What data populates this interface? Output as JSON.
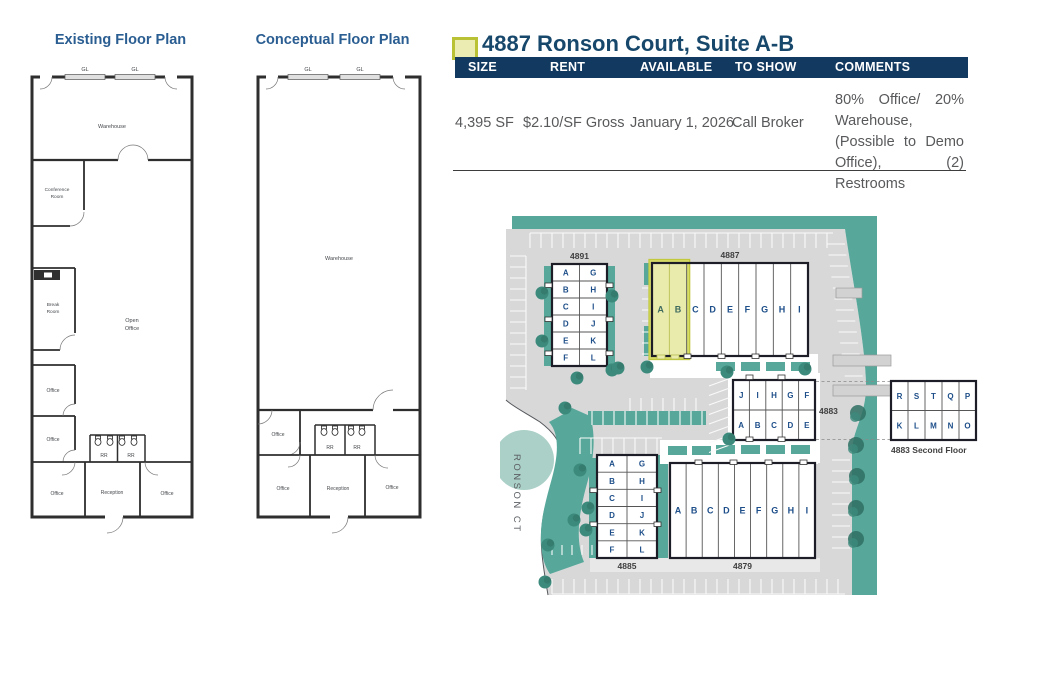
{
  "floor_plans": {
    "existing": {
      "title": "Existing Floor Plan"
    },
    "conceptual": {
      "title": "Conceptual Floor Plan"
    },
    "labels": {
      "gl": "GL",
      "warehouse": "Warehouse",
      "conference_1": "Conference",
      "conference_2": "Room",
      "break_1": "Break",
      "break_2": "Room",
      "open_1": "Open",
      "open_2": "Office",
      "office": "Office",
      "rr": "RR",
      "reception": "Reception"
    }
  },
  "listing": {
    "title": "4887 Ronson Court, Suite A-B",
    "table": {
      "headers": [
        "SIZE",
        "RENT",
        "AVAILABLE",
        "TO SHOW",
        "COMMENTS"
      ],
      "row": {
        "size": "4,395 SF",
        "rent": "$2.10/SF Gross",
        "available": "January 1, 2026",
        "to_show": "Call Broker",
        "comments": "80% Office/ 20% Warehouse, (Possible to Demo Office), (2) Restrooms"
      }
    }
  },
  "site_plan": {
    "street_label": "RONSON CT",
    "buildings": [
      {
        "id": "b4891",
        "label": "4891",
        "type": "grid2",
        "cols": [
          [
            "A",
            "B",
            "C",
            "D",
            "E",
            "F"
          ],
          [
            "G",
            "H",
            "I",
            "J",
            "K",
            "L"
          ]
        ]
      },
      {
        "id": "b4887",
        "label": "4887",
        "type": "row",
        "units": [
          "A",
          "B",
          "C",
          "D",
          "E",
          "F",
          "G",
          "H",
          "I"
        ],
        "highlighted_units": [
          "A",
          "B"
        ]
      },
      {
        "id": "b4883",
        "label": "4883",
        "type": "grid5",
        "rows": [
          [
            "J",
            "I",
            "H",
            "G",
            "F"
          ],
          [
            "A",
            "B",
            "C",
            "D",
            "E"
          ]
        ]
      },
      {
        "id": "b4885",
        "label": "4885",
        "type": "grid2",
        "cols": [
          [
            "A",
            "B",
            "C",
            "D",
            "E",
            "F"
          ],
          [
            "G",
            "H",
            "I",
            "J",
            "K",
            "L"
          ]
        ]
      },
      {
        "id": "b4879",
        "label": "4879",
        "type": "row",
        "units": [
          "A",
          "B",
          "C",
          "D",
          "E",
          "F",
          "G",
          "H",
          "I"
        ],
        "highlighted_units": []
      },
      {
        "id": "b4883sf",
        "label": "4883 Second Floor",
        "type": "grid5",
        "rows": [
          [
            "R",
            "S",
            "T",
            "Q",
            "P"
          ],
          [
            "K",
            "L",
            "M",
            "N",
            "O"
          ]
        ]
      }
    ],
    "colors": {
      "landscape": "#57a89a",
      "landscape_light": "#abd0c7",
      "tree": "#3c8a7c",
      "tree_dark": "#2f7063",
      "lot": "#d8d8d9",
      "sidewalk": "#e8e8e8",
      "stall_line": "#fafafa",
      "building_border": "#1d1d28",
      "unit_divider": "#555555",
      "unit_letter": "#1d4e89",
      "highlight_band": "#d7dc69",
      "highlight_fill": "#e9ebad",
      "highlight_border": "#c2c93e",
      "highlight_letter": "#3e6a5e",
      "label_color": "#3f3f3f"
    }
  }
}
